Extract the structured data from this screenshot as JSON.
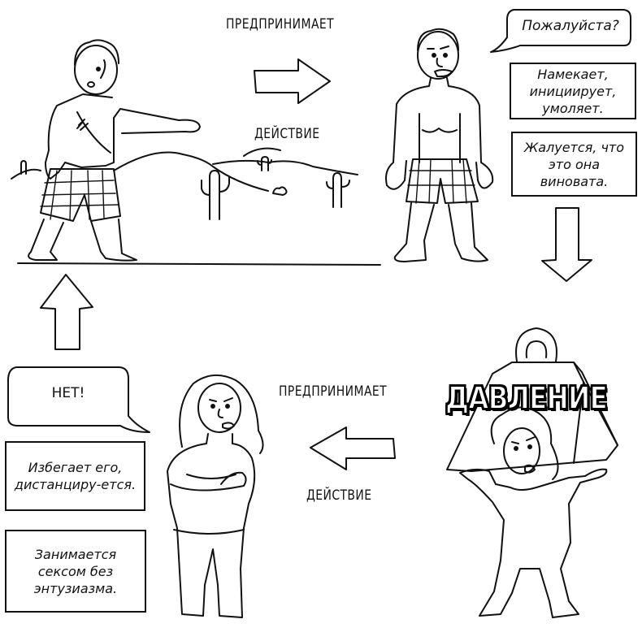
{
  "diagram": {
    "title": "Pressure-withdrawal cycle",
    "colors": {
      "ink": "#111111",
      "background": "#ffffff",
      "pressure_fill": "#ffffff",
      "pressure_outline": "#000000"
    },
    "top_arrow": {
      "direction": "right",
      "label_top": "ПРЕДПРИНИМАЕТ",
      "label_bottom": "ДЕЙСТВИЕ"
    },
    "bottom_arrow": {
      "direction": "left",
      "label_top": "ПРЕДПРИНИМАЕТ",
      "label_bottom": "ДЕЙСТВИЕ"
    },
    "right_arrow": {
      "direction": "down"
    },
    "left_arrow": {
      "direction": "up"
    },
    "man_withdrawn": {
      "description": "Man in torn shirt and plaid shorts pointing, desert with cacti behind"
    },
    "man_pressing": {
      "description": "Shirtless man in plaid shorts, frowning",
      "speech_bubble": "Пожалуйста?",
      "boxes": [
        {
          "text": "Намекает, инициирует, умоляет."
        },
        {
          "text": "Жалуется, что это она виновата."
        }
      ]
    },
    "woman_pressured": {
      "description": "Woman lifting a heavy weight",
      "weight_label": "ДАВЛЕНИЕ"
    },
    "woman_withdrawing": {
      "description": "Woman with crossed arms",
      "speech_bubble": "НЕТ!",
      "boxes": [
        {
          "text": "Избегает его, дистанциру-ется."
        },
        {
          "text": "Занимается сексом без энтузиазма."
        }
      ]
    }
  }
}
